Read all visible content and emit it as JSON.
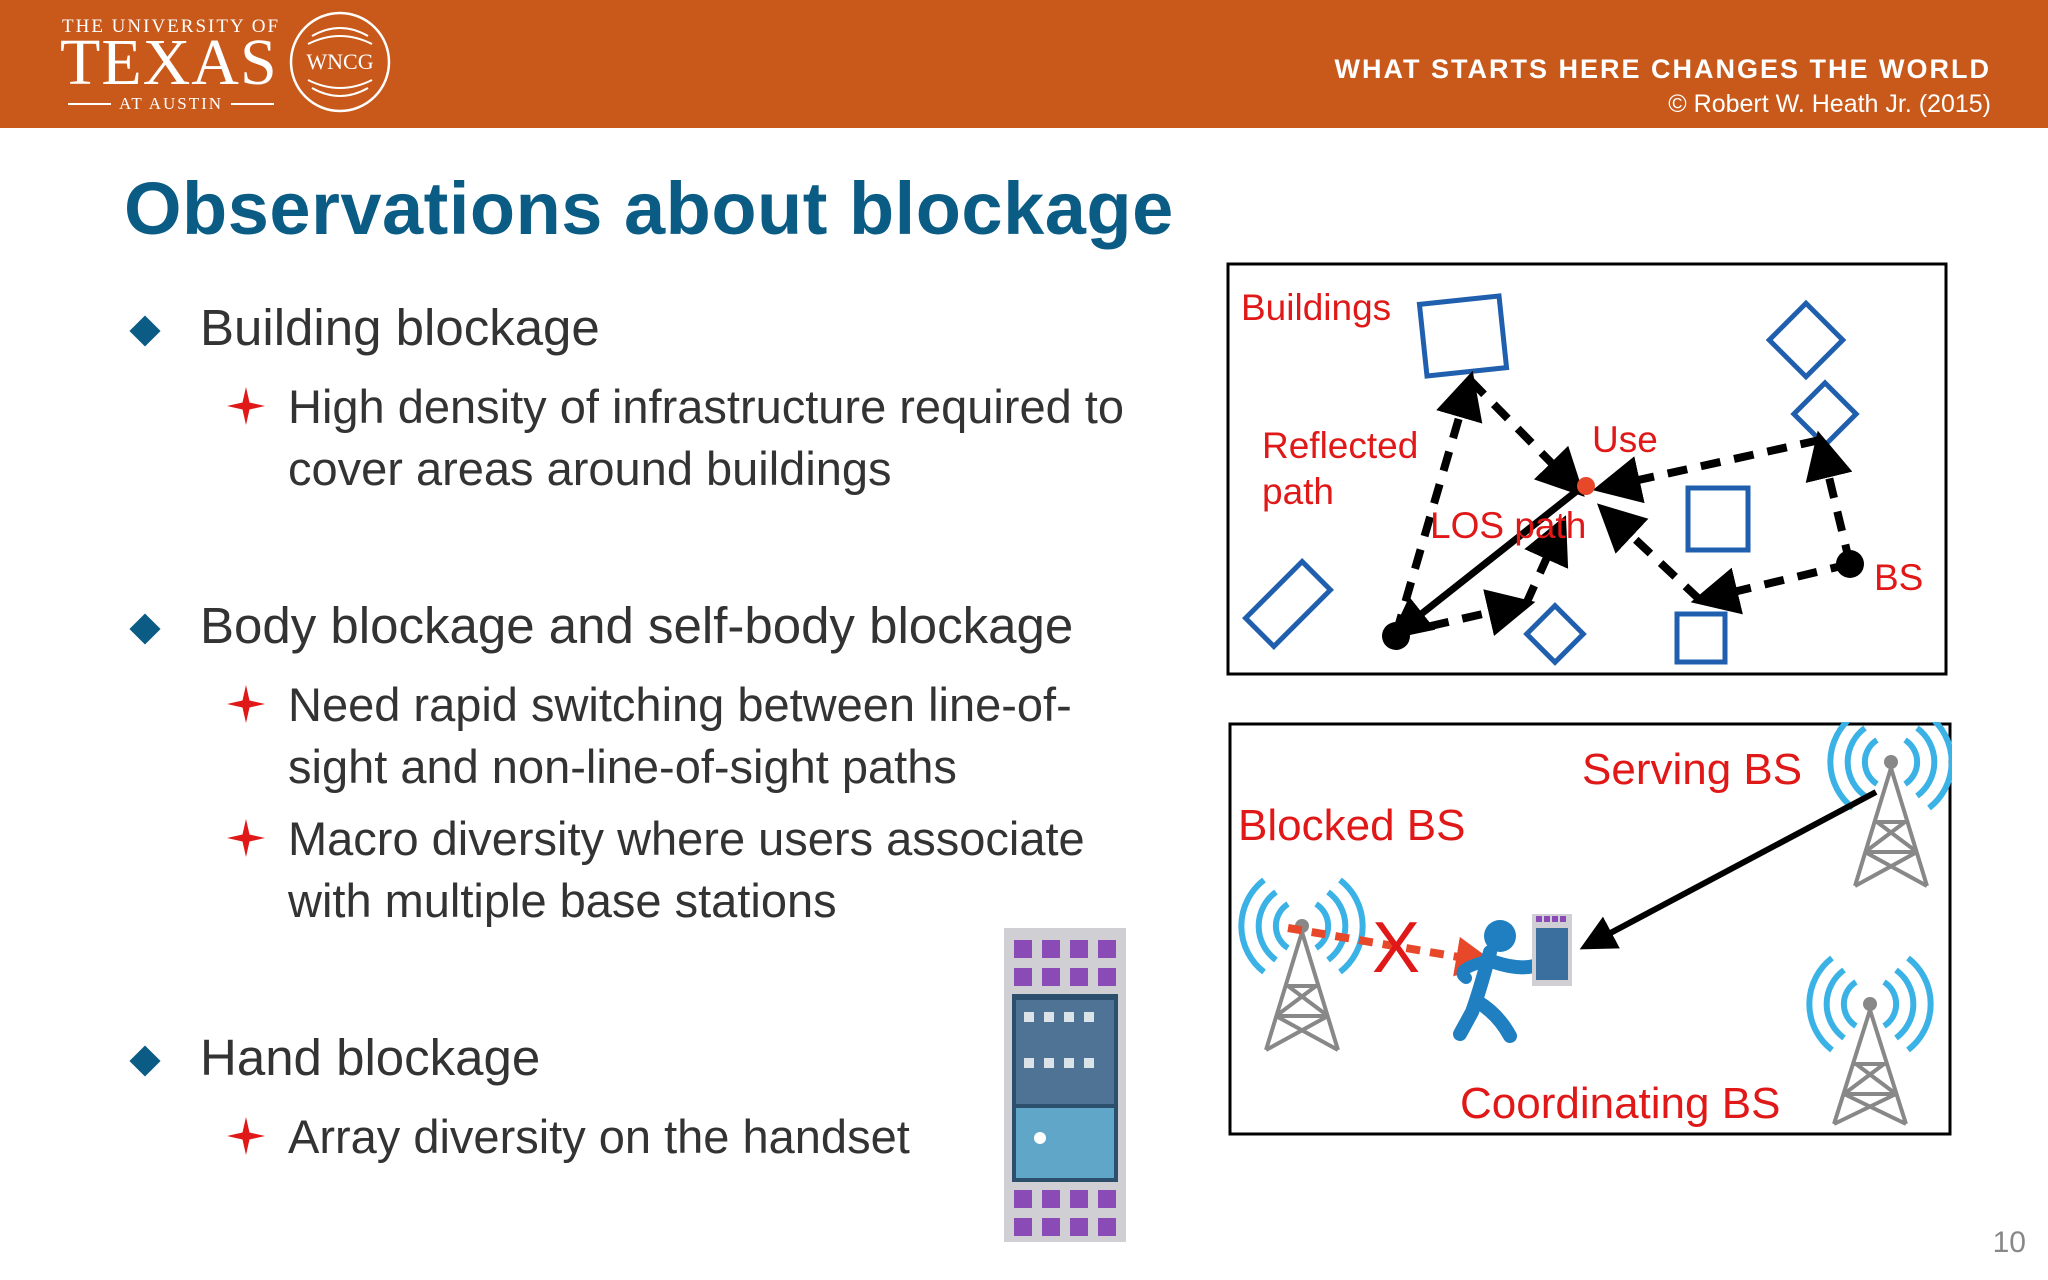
{
  "header": {
    "logo_top": "THE UNIVERSITY OF",
    "logo_main": "TEXAS",
    "logo_bottom": "AT AUSTIN",
    "seal_text": "WNCG",
    "tagline": "WHAT STARTS HERE CHANGES THE WORLD",
    "copyright": "© Robert W. Heath Jr. (2015)"
  },
  "slide": {
    "title": "Observations about blockage",
    "page_number": "10",
    "bullets": [
      {
        "text": "Building blockage",
        "subs": [
          "High density of infrastructure required to cover areas around buildings"
        ]
      },
      {
        "text": "Body blockage and self-body blockage",
        "subs": [
          "Need rapid switching between line-of-sight and non-line-of-sight paths",
          "Macro diversity where users associate with multiple base stations"
        ]
      },
      {
        "text": "Hand blockage",
        "subs": [
          "Array diversity on the handset"
        ]
      }
    ]
  },
  "diagram_top": {
    "buildings": "Buildings",
    "reflected_path": [
      "Reflected",
      "path"
    ],
    "user": "Use",
    "los_path": "LOS path",
    "bs": "BS"
  },
  "diagram_bottom": {
    "serving_bs": "Serving BS",
    "blocked_bs": "Blocked BS",
    "coordinating_bs": "Coordinating BS",
    "blocked_mark": "X"
  },
  "colors": {
    "header": "#c8591a",
    "title": "#0b5c85",
    "accent_red": "#e01818",
    "building_blue": "#1f5fae"
  }
}
